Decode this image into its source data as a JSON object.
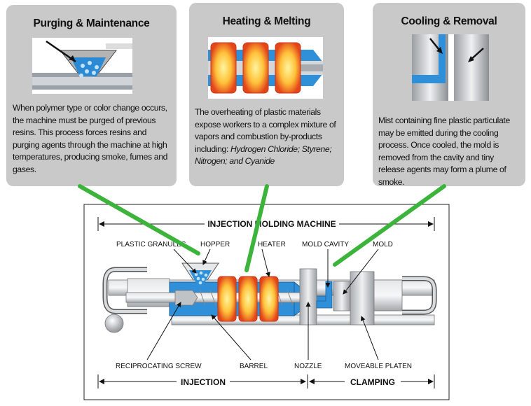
{
  "cards": {
    "purging": {
      "title": "Purging & Maintenance",
      "text": "When polymer type or color change occurs, the machine must be purged of previous resins. This process forces resins and purging agents through the machine at high temperatures, producing smoke, fumes and gases."
    },
    "heating": {
      "title": "Heating & Melting",
      "text_plain": "The overheating of plastic materials expose workers to a complex mixture of vapors and combustion by-products including: ",
      "text_italic": "Hydrogen Chloride; Styrene; Nitrogen; and Cyanide"
    },
    "cooling": {
      "title": "Cooling & Removal",
      "text": "Mist containing fine plastic particulate may be emitted during the cooling process. Once cooled, the mold is removed from the cavity and tiny release agents may form a plume of smoke."
    }
  },
  "diagram": {
    "title": "INJECTION MOLDING MACHINE",
    "labels": {
      "plastic_granules": "PLASTIC GRANULES",
      "hopper": "HOPPER",
      "heater": "HEATER",
      "mold_cavity": "MOLD CAVITY",
      "mold": "MOLD",
      "reciprocating_screw": "RECIPROCATING SCREW",
      "barrel": "BARREL",
      "nozzle": "NOZZLE",
      "moveable_platen": "MOVEABLE PLATEN"
    },
    "sections": {
      "injection": "INJECTION",
      "clamping": "CLAMPING"
    }
  },
  "colors": {
    "card_bg": "#c9c9c9",
    "connector_green": "#3cb43c",
    "barrel_blue": "#2f8fd8",
    "heater_orange": "#e8521e",
    "heater_yellow": "#ffd84a",
    "machine_gray": "#b8b8b8"
  }
}
